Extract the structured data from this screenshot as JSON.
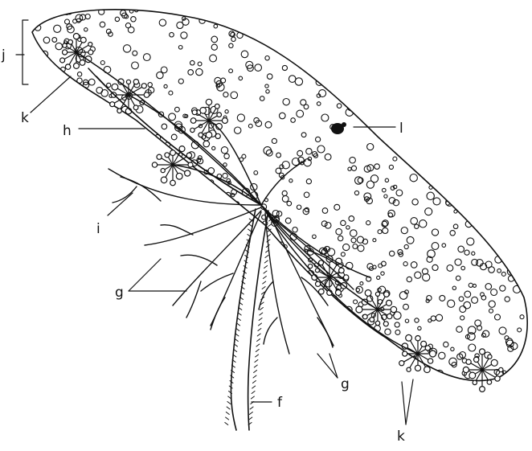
{
  "diagram": {
    "labels": {
      "j": "j",
      "k_top": "k",
      "h": "h",
      "l": "l",
      "i": "i",
      "g_left": "g",
      "g_right": "g",
      "f": "f",
      "k_bottom": "k"
    }
  }
}
